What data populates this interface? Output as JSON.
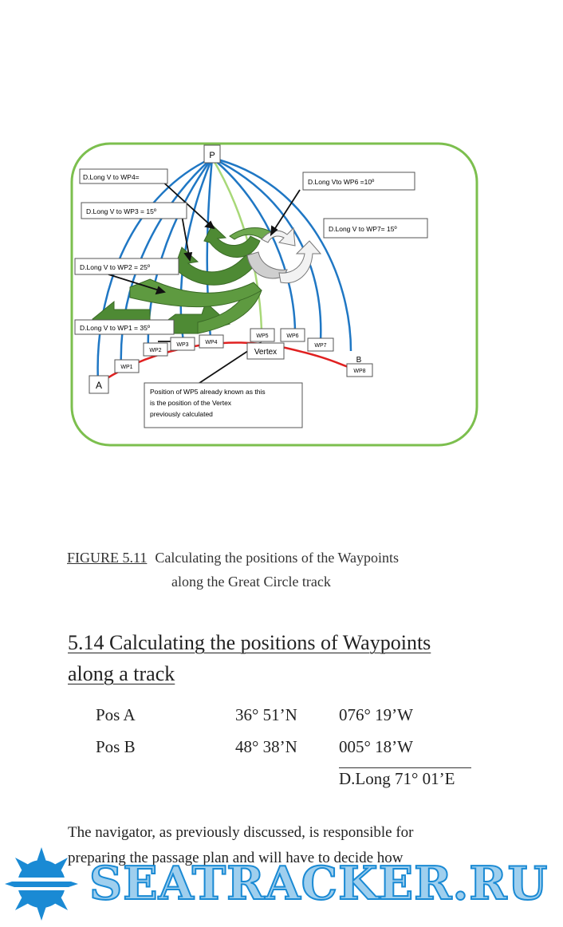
{
  "figure": {
    "labels": {
      "p": "P",
      "a": "A",
      "b": "B",
      "vertex": "Vertex",
      "wp1": "WP1",
      "wp2": "WP2",
      "wp3": "WP3",
      "wp4": "WP4",
      "wp5": "WP5",
      "wp6": "WP6",
      "wp7": "WP7",
      "wp8": "WP8"
    },
    "callouts": {
      "wp4": "D.Long V to WP4=",
      "wp3": "D.Long V to WP3 = 15º",
      "wp2": "D.Long V to WP2 = 25º",
      "wp1": "D.Long V to WP1 = 35º",
      "wp6": "D.Long Vto WP6 =10º",
      "wp7": "D.Long V to WP7= 15º",
      "wp5_line1": "Position of WP5 already known as this",
      "wp5_line2": "is the position of the Vertex",
      "wp5_line3": "previously calculated"
    },
    "colors": {
      "frame": "#7cbf4e",
      "meridian": "#1f77c4",
      "central_meridian": "#a8d878",
      "track": "#e02020",
      "arrow_green": "#4e8a34",
      "arrow_white": "#f2f2f2"
    }
  },
  "caption": {
    "number": "FIGURE 5.11",
    "line1": "Calculating the positions of the Waypoints",
    "line2": "along the Great Circle track"
  },
  "section": {
    "heading_line1": "5.14 Calculating the positions of Waypoints",
    "heading_line2": "along a track"
  },
  "positions": {
    "a": {
      "label": "Pos A",
      "lat": "36° 51’N",
      "long": "076° 19’W"
    },
    "b": {
      "label": "Pos B",
      "lat": "48° 38’N",
      "long": "005° 18’W"
    },
    "dlong": "D.Long 71° 01’E"
  },
  "body": {
    "line1": "The navigator, as previously discussed, is responsible for",
    "line2": "preparing the passage plan and will have to decide how"
  },
  "watermark": {
    "text": "SEATRACKER.RU",
    "color": "#1a8ad4"
  }
}
